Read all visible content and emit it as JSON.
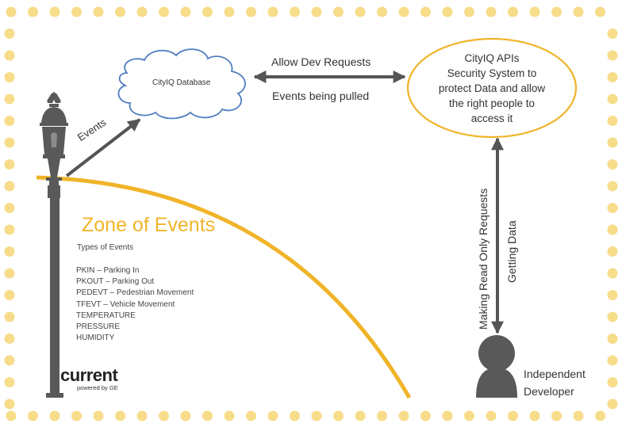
{
  "zone": {
    "title": "Zone of Events",
    "types_heading": "Types of Events",
    "events": [
      "PKIN – Parking In",
      "PKOUT – Parking Out",
      "PEDEVT – Pedestrian Movement",
      "TFEVT – Vehicle Movement",
      "TEMPERATURE",
      "PRESSURE",
      "HUMIDITY"
    ]
  },
  "database": {
    "label": "CityIQ Database"
  },
  "api": {
    "lines": [
      "CityIQ APIs",
      "Security System to",
      "protect Data and allow",
      "the right people to",
      "access it"
    ]
  },
  "arrows": {
    "events": "Events",
    "allow_requests": "Allow Dev Requests",
    "events_pulled": "Events being pulled",
    "read_only_requests": "Making Read Only Requests",
    "getting_data": "Getting Data"
  },
  "developer": {
    "line1": "Independent",
    "line2": "Developer"
  },
  "logo": {
    "word": "current",
    "subtitle": "powered by GE",
    "icon": "current-ge-logo"
  },
  "colors": {
    "dot_border": "#f7dc8a",
    "zone_accent": "#f0b429",
    "cloud_outline": "#4f7dbf",
    "lamp": "#595959",
    "arrow": "#555555",
    "person": "#595959"
  }
}
